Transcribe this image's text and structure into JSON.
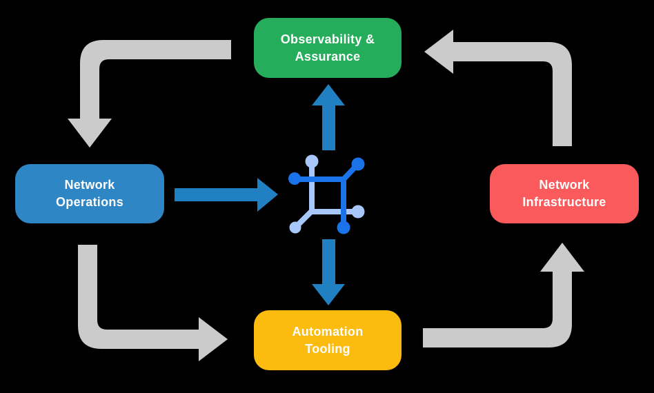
{
  "colors": {
    "background": "#000000",
    "observability_green": "#25AD5B",
    "operations_blue": "#2E86C4",
    "infrastructure_red": "#FA5A5C",
    "automation_yellow": "#FCBB0F",
    "flow_arrow_gray": "#CBCBCB",
    "center_arrow_blue": "#2080C2",
    "icon_blue_dark": "#1A73E8",
    "icon_blue_light": "#A8C7FA",
    "label_text": "#FFFFFF"
  },
  "nodes": {
    "observability": {
      "label": "Observability &\nAssurance"
    },
    "operations": {
      "label": "Network\nOperations"
    },
    "infrastructure": {
      "label": "Network\nInfrastructure"
    },
    "automation": {
      "label": "Automation\nTooling"
    }
  },
  "center_icon": "network-nodes-icon",
  "flow": {
    "cycle": [
      "observability -> operations",
      "operations -> automation",
      "automation -> infrastructure",
      "infrastructure -> observability"
    ],
    "hub_links": [
      "operations -> center",
      "center -> observability",
      "center -> automation"
    ]
  }
}
